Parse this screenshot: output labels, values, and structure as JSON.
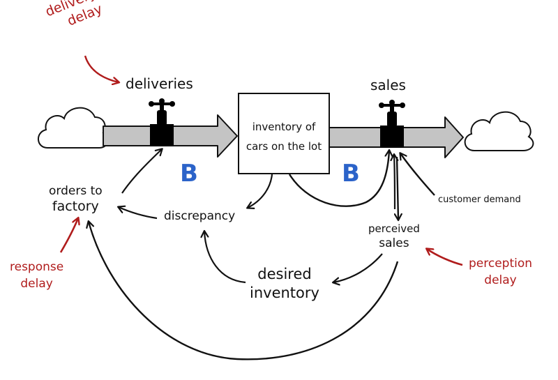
{
  "colors": {
    "ink": "#111111",
    "delay_red": "#b01c1c",
    "loop_blue": "#2b63c9",
    "pipe_gray": "#c4c4c4"
  },
  "stock": {
    "name": "inventory-of-cars",
    "line1": "inventory of",
    "line2": "cars on the lot"
  },
  "flows": {
    "inflow": {
      "label": "deliveries",
      "valve_icon": "faucet-valve-icon",
      "source": "cloud-icon"
    },
    "outflow": {
      "label": "sales",
      "valve_icon": "faucet-valve-icon",
      "sink": "cloud-icon"
    }
  },
  "variables": {
    "orders_line1": "orders to",
    "orders_line2": "factory",
    "discrepancy": "discrepancy",
    "desired_line1": "desired",
    "desired_line2": "inventory",
    "perceived_line1": "perceived",
    "perceived_line2": "sales",
    "customer_demand": "customer demand"
  },
  "delays": {
    "delivery_line1": "delivery",
    "delivery_line2": "delay",
    "response_line1": "response",
    "response_line2": "delay",
    "perception_line1": "perception",
    "perception_line2": "delay"
  },
  "loops": [
    {
      "label": "B",
      "type": "balancing",
      "name": "supply-line-loop"
    },
    {
      "label": "B",
      "type": "balancing",
      "name": "sales-loop"
    }
  ],
  "links": [
    {
      "from": "orders to factory",
      "to": "deliveries"
    },
    {
      "from": "discrepancy",
      "to": "orders to factory"
    },
    {
      "from": "inventory of cars on the lot",
      "to": "discrepancy"
    },
    {
      "from": "inventory of cars on the lot",
      "to": "sales"
    },
    {
      "from": "desired inventory",
      "to": "discrepancy"
    },
    {
      "from": "perceived sales",
      "to": "desired inventory"
    },
    {
      "from": "perceived sales",
      "to": "orders to factory"
    },
    {
      "from": "sales",
      "to": "perceived sales"
    },
    {
      "from": "customer demand",
      "to": "sales"
    },
    {
      "from": "delivery delay",
      "to": "deliveries"
    },
    {
      "from": "response delay",
      "to": "orders to factory"
    },
    {
      "from": "perception delay",
      "to": "perceived sales"
    }
  ]
}
